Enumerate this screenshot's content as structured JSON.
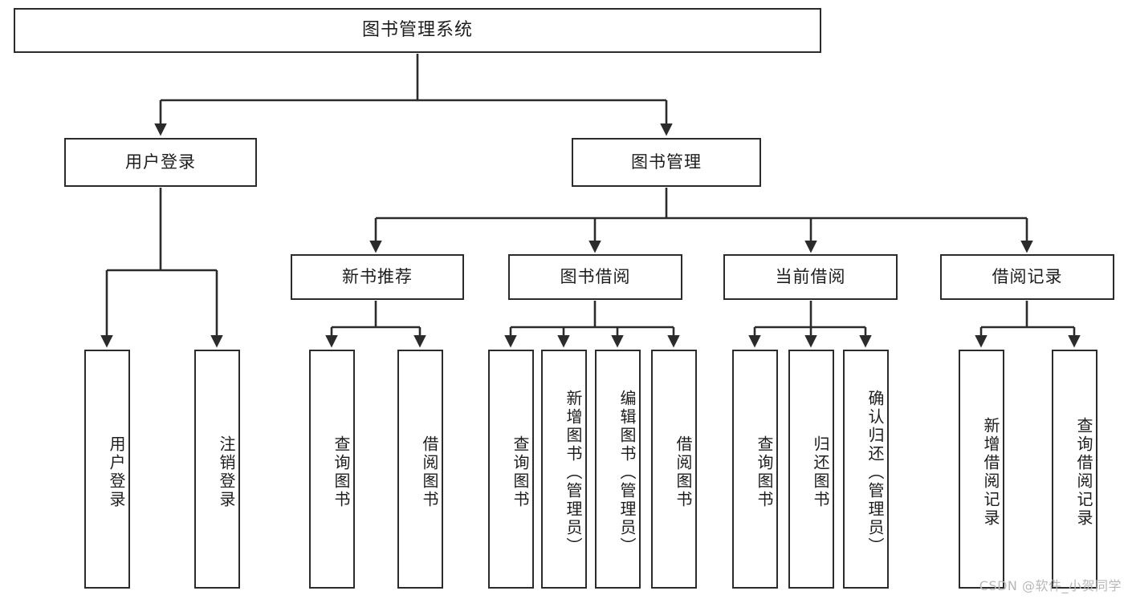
{
  "diagram": {
    "title": "图书管理系统",
    "watermark": "CSDN @软件_小贺同学",
    "line_color": "#2b2b2b",
    "text_color": "#1d1d1d",
    "background": "#ffffff",
    "root": {
      "label": "图书管理系统"
    },
    "level2": [
      {
        "label": "用户登录"
      },
      {
        "label": "图书管理"
      }
    ],
    "level3": [
      {
        "label": "新书推荐"
      },
      {
        "label": "图书借阅"
      },
      {
        "label": "当前借阅"
      },
      {
        "label": "借阅记录"
      }
    ],
    "leaves": {
      "user_login": [
        {
          "label": "用户登录"
        },
        {
          "label": "注销登录"
        }
      ],
      "new_book": [
        {
          "label": "查询图书"
        },
        {
          "label": "借阅图书"
        }
      ],
      "book_borrow": [
        {
          "label": "查询图书"
        },
        {
          "label": "新增图书（管理员）"
        },
        {
          "label": "编辑图书（管理员）"
        },
        {
          "label": "借阅图书"
        }
      ],
      "current_borrow": [
        {
          "label": "查询图书"
        },
        {
          "label": "归还图书"
        },
        {
          "label": "确认归还（管理员）"
        }
      ],
      "borrow_record": [
        {
          "label": "新增借阅记录"
        },
        {
          "label": "查询借阅记录"
        }
      ]
    }
  }
}
